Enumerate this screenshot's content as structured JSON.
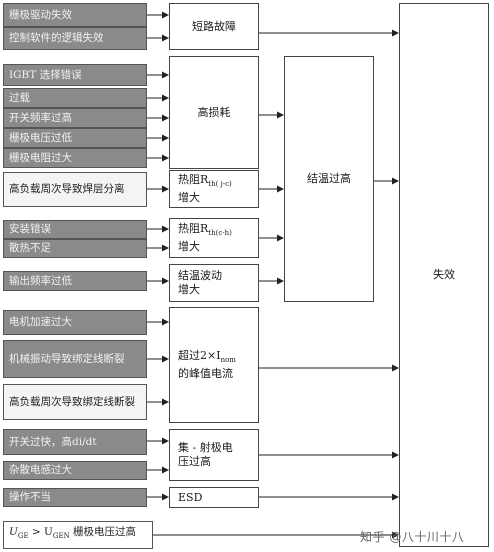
{
  "causes": {
    "c1": "栅极驱动失效",
    "c2": "控制软件的逻辑失效",
    "c3": "IGBT 选择错误",
    "c4": "过载",
    "c5": "开关频率过高",
    "c6": "栅极电压过低",
    "c7": "栅极电阻过大",
    "c8": "高负载周次导致焊层分离",
    "c9": "安装错误",
    "c10": "散热不足",
    "c11": "输出频率过低",
    "c12": "电机加速过大",
    "c13": "机械振动导致绑定线断裂",
    "c14": "高负载周次导致绑定线断裂",
    "c15": "开关过快，高di/dt",
    "c16": "杂散电感过大",
    "c17": "操作不当",
    "c18_pre": "U",
    "c18_sub1": "GE",
    "c18_mid": " > U",
    "c18_sub2": "GEN",
    "c18_post": " 栅极电压过高"
  },
  "effects": {
    "short": "短路故障",
    "high_loss": "高损耗",
    "rth_jc_pre": "热阻R",
    "rth_jc_sub": "th( j-c)",
    "rth_jc_post": "增大",
    "rth_ch_pre": "热阻R",
    "rth_ch_sub": "th(c-h)",
    "rth_ch_post": "增大",
    "temp_swing": "结温波动增大",
    "peak_pre": "超过2×I",
    "peak_sub": "nom",
    "peak_post": "的峰值电流",
    "vce_high": "集 - 射极电压过高",
    "esd": "ESD"
  },
  "junction": "结温过高",
  "failure": "失效",
  "watermark": "知乎 @八十川十八"
}
